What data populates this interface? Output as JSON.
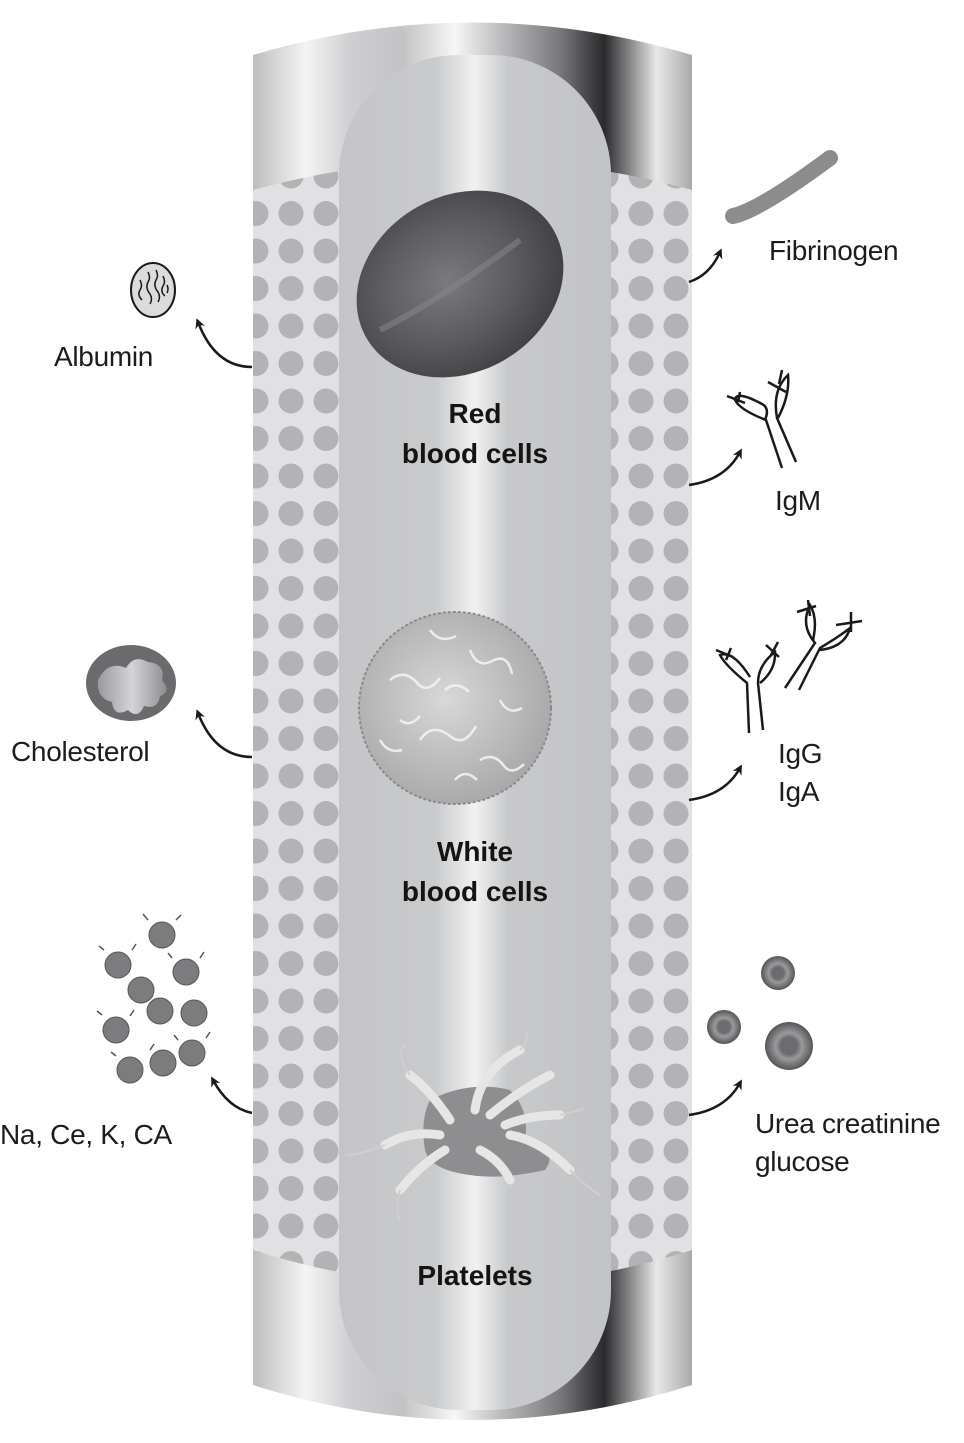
{
  "title": "Components of blood plasma in a vessel",
  "vessel": {
    "cells": [
      {
        "id": "rbc",
        "label_lines": [
          "Red",
          "blood cells"
        ]
      },
      {
        "id": "wbc",
        "label_lines": [
          "White",
          "blood cells"
        ]
      },
      {
        "id": "platelets",
        "label_lines": [
          "Platelets"
        ]
      }
    ]
  },
  "left_components": [
    {
      "id": "albumin",
      "label": "Albumin",
      "icon": "albumin-icon"
    },
    {
      "id": "cholesterol",
      "label": "Cholesterol",
      "icon": "cholesterol-icon"
    },
    {
      "id": "electrolytes",
      "label": "Na, Ce, K, CA",
      "icon": "electrolytes-icon"
    }
  ],
  "right_components": [
    {
      "id": "fibrinogen",
      "label": "Fibrinogen",
      "icon": "fibrinogen-icon"
    },
    {
      "id": "igm",
      "label": "IgM",
      "icon": "igm-antibody-icon"
    },
    {
      "id": "igg_iga",
      "label_lines": [
        "IgG",
        "IgA"
      ],
      "icon": "igg-iga-antibody-icon"
    },
    {
      "id": "waste",
      "label_lines": [
        "Urea creatinine",
        "glucose"
      ],
      "icon": "urea-creatinine-glucose-icon"
    }
  ],
  "colors": {
    "dot": "#b3b3b5",
    "dot_bg": "#e1e1e3",
    "inner": "#c6c7c9",
    "text": "#1c1c1c"
  }
}
